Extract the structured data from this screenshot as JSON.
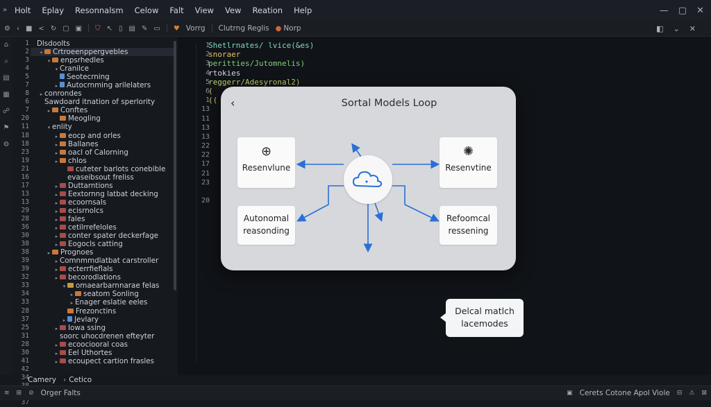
{
  "menubar": {
    "app_icon": "»",
    "items": [
      "Holt",
      "Eplay",
      "Resonnalsm",
      "Celow",
      "Falt",
      "View",
      "Vew",
      "Reation",
      "Help"
    ]
  },
  "window_controls": [
    "—",
    "▢",
    "✕"
  ],
  "toolbar": {
    "label_1": "Vorrg",
    "label_2": "Clutrng Reglis",
    "label_3": "Norp"
  },
  "tree": {
    "gutter": [
      "1",
      "2",
      "3",
      "4",
      "5",
      "7",
      "8",
      "6",
      "7",
      "20",
      "11",
      "18",
      "18",
      "23",
      "19",
      "21",
      "16",
      "17",
      "13",
      "13",
      "29",
      "28",
      "36",
      "30",
      "38",
      "38",
      "39",
      "39",
      "32",
      "33",
      "34",
      "33",
      "28",
      "37",
      "25",
      "31",
      "28",
      "30",
      "41",
      "42",
      "34",
      "38",
      "37",
      "37"
    ],
    "rows": [
      "Dlsdoolts",
      "Crtroeenppergvebles",
      "enpsrhedles",
      "Cranilce",
      "Seotecrning",
      "Autocrnming arilelaters",
      "conrondes",
      "Sawdoard itnation of sperlority",
      "Conftes",
      "Meogling",
      "enlity",
      "eocp and orles",
      "Ballanes",
      "oacl of Calorning",
      "chlos",
      "cuteter barlots conebible",
      "evaseibsout freliss",
      "Duttarntions",
      "Eextornng latbat decking",
      "ecoornsals",
      "ecisrnolcs",
      "fales",
      "cetilrrefeloles",
      "conter spater deckerfage",
      "Eogocls catting",
      "Prognoes",
      "Comnmmdlatbat carstroller",
      "ecterrfieflals",
      "becorodlations",
      "omaearbarnnarae felas",
      "seatom Sonling",
      "Enager eslatie eeles",
      "Frezonctins",
      "Jevlary",
      "Iowa ssing",
      "soorc uhocdrenen efteyter",
      "ecoociooral coas",
      "Eel Uthortes",
      "ecoupect cartion frasles"
    ]
  },
  "bottom_tabs": [
    "Camery",
    "Cetico"
  ],
  "editor": {
    "line_numbers": [
      "1",
      "2",
      "3",
      "4",
      "5",
      "6",
      "1",
      "13",
      "11",
      "13",
      "13",
      "22",
      "22",
      "17",
      "21",
      "23",
      "",
      "20"
    ],
    "code": [
      "Shetlrnates/ lvice(&es)",
      "  snoraer",
      "  peritties/Jutomnelis)",
      "   rtokies",
      "   reggerr/Adesyronal2)",
      "  (",
      "(("
    ]
  },
  "dialog": {
    "back": "‹",
    "title": "Sortal Models Loop",
    "cards": {
      "top_left": "Resenvlune",
      "top_right": "Resenvtine",
      "bottom_left": [
        "Autonomal",
        "reasonding"
      ],
      "bottom_right": [
        "Refoomcal",
        "ressening"
      ]
    }
  },
  "callout": {
    "line1": "Delcal matlch",
    "line2": "lacemodes"
  },
  "statusbar": {
    "left_text": "Orger Falts",
    "right_text": "Cerets Cotone Apol Viole"
  },
  "colors": {
    "arrow": "#2a6fd6",
    "folder": "#c9783b"
  }
}
